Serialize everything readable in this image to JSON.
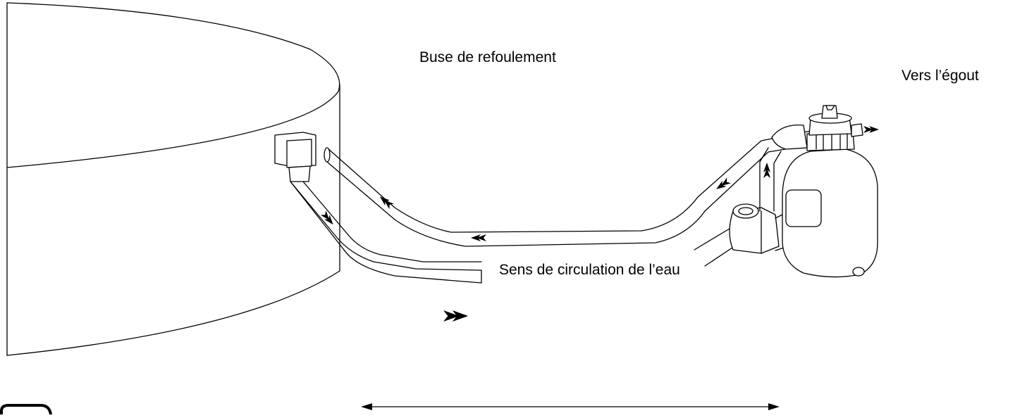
{
  "labels": {
    "return_nozzle": "Buse de refoulement",
    "to_drain": "Vers l’égout",
    "flow_direction": "Sens de circulation de l’eau"
  },
  "colors": {
    "line": "#000000",
    "background": "#ffffff"
  },
  "icons": {
    "flow_arrow": "double-arrowhead",
    "dimension_arrow": "double-headed-line-arrow"
  }
}
